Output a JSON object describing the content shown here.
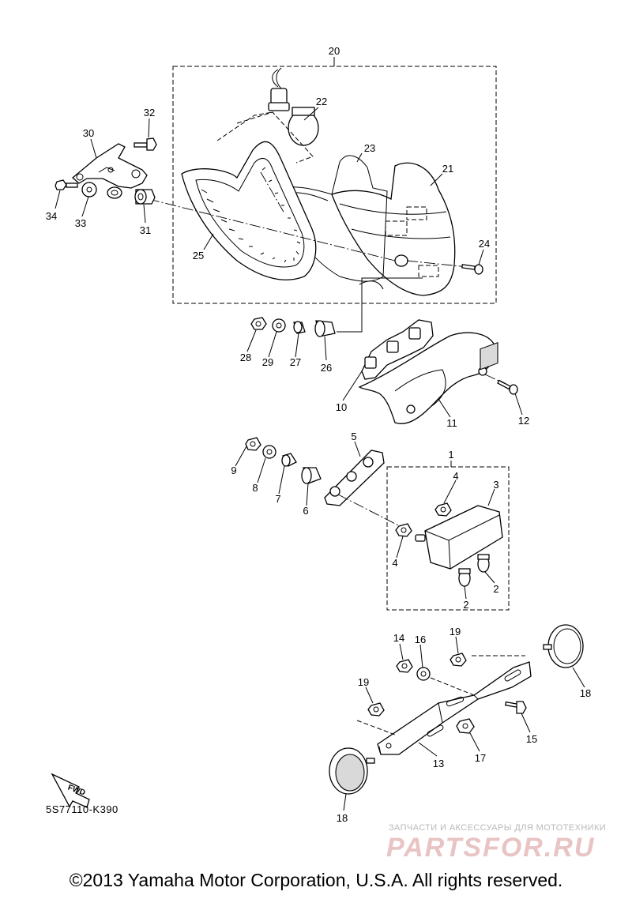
{
  "callouts": [
    {
      "id": "1",
      "label": "1"
    },
    {
      "id": "2a",
      "label": "2"
    },
    {
      "id": "2b",
      "label": "2"
    },
    {
      "id": "3",
      "label": "3"
    },
    {
      "id": "4a",
      "label": "4"
    },
    {
      "id": "4b",
      "label": "4"
    },
    {
      "id": "5",
      "label": "5"
    },
    {
      "id": "6",
      "label": "6"
    },
    {
      "id": "7",
      "label": "7"
    },
    {
      "id": "8",
      "label": "8"
    },
    {
      "id": "9",
      "label": "9"
    },
    {
      "id": "10",
      "label": "10"
    },
    {
      "id": "11",
      "label": "11"
    },
    {
      "id": "12",
      "label": "12"
    },
    {
      "id": "13",
      "label": "13"
    },
    {
      "id": "14",
      "label": "14"
    },
    {
      "id": "15",
      "label": "15"
    },
    {
      "id": "16",
      "label": "16"
    },
    {
      "id": "17",
      "label": "17"
    },
    {
      "id": "18a",
      "label": "18"
    },
    {
      "id": "18b",
      "label": "18"
    },
    {
      "id": "19a",
      "label": "19"
    },
    {
      "id": "19b",
      "label": "19"
    },
    {
      "id": "20",
      "label": "20"
    },
    {
      "id": "21",
      "label": "21"
    },
    {
      "id": "22",
      "label": "22"
    },
    {
      "id": "23",
      "label": "23"
    },
    {
      "id": "24",
      "label": "24"
    },
    {
      "id": "25",
      "label": "25"
    },
    {
      "id": "26",
      "label": "26"
    },
    {
      "id": "27",
      "label": "27"
    },
    {
      "id": "28",
      "label": "28"
    },
    {
      "id": "29",
      "label": "29"
    },
    {
      "id": "30",
      "label": "30"
    },
    {
      "id": "31",
      "label": "31"
    },
    {
      "id": "32",
      "label": "32"
    },
    {
      "id": "33",
      "label": "33"
    },
    {
      "id": "34",
      "label": "34"
    }
  ],
  "fwd_label": "FWD",
  "reference_code": "5S77110-K390",
  "copyright": "©2013 Yamaha Motor Corporation, U.S.A. All rights reserved.",
  "watermark": {
    "tagline": "ЗАПЧАСТИ И АКСЕССУАРЫ ДЛЯ МОТОТЕХНИКИ",
    "brand": "PARTSFOR.RU",
    "brand_color": "#e8c4c4"
  }
}
